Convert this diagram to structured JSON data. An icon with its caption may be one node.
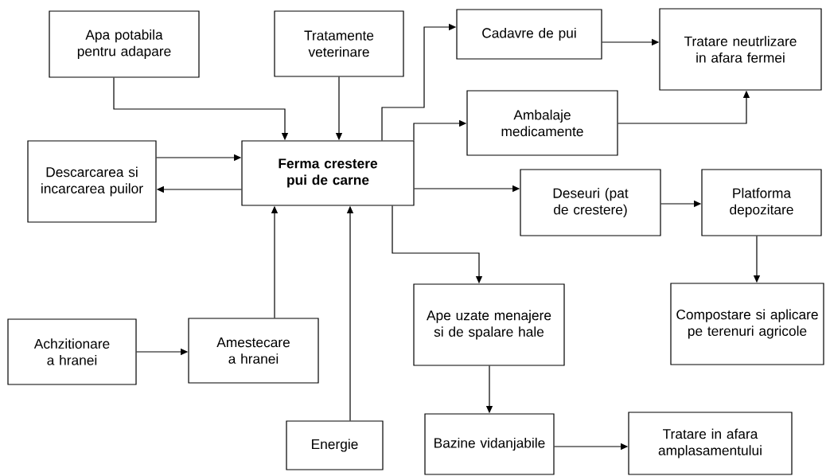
{
  "diagram": {
    "nodes": [
      {
        "text": [
          "Apa potabila pentru adapare"
        ]
      },
      {
        "text": [
          "Tratamente veterinare"
        ]
      },
      {
        "text": [
          "Cadavre de pui"
        ]
      },
      {
        "text": [
          "Tratare neutrlizare in afara fermei"
        ]
      },
      {
        "text": [
          "Descarcarea si incarcarea puilor"
        ]
      },
      {
        "text": [
          "Ferma crestere pui de carne"
        ]
      },
      {
        "text": [
          "Ambalaje medicamente"
        ]
      },
      {
        "text": [
          "Deseuri (pat de crestere)"
        ]
      },
      {
        "text": [
          "Platforma depozitare"
        ]
      },
      {
        "text": [
          "Ape uzate menajere si de spalare hale"
        ]
      },
      {
        "text": [
          "Compostare si aplicare pe terenuri agricole"
        ]
      },
      {
        "text": [
          "Achzitionare a hranei"
        ]
      },
      {
        "text": [
          "Amestecare a hranei"
        ]
      },
      {
        "text": [
          "Energie"
        ]
      },
      {
        "text": [
          "Bazine vidanjabile"
        ]
      },
      {
        "text": [
          "Tratare in afara amplasamentului"
        ]
      }
    ],
    "edges": [
      {
        "from": 0,
        "to": 5,
        "arrow": "to"
      },
      {
        "from": 1,
        "to": 5,
        "arrow": "to"
      },
      {
        "from": 5,
        "to": 2,
        "arrow": "to"
      },
      {
        "from": 5,
        "to": 6,
        "arrow": "to"
      },
      {
        "from": 2,
        "to": 3,
        "arrow": "to"
      },
      {
        "from": 6,
        "to": 3,
        "arrow": "to"
      },
      {
        "from": 4,
        "to": 5,
        "arrow": "to"
      },
      {
        "from": 5,
        "to": 4,
        "arrow": "to"
      },
      {
        "from": 5,
        "to": 7,
        "arrow": "to"
      },
      {
        "from": 7,
        "to": 8,
        "arrow": "to"
      },
      {
        "from": 8,
        "to": 10,
        "arrow": "to"
      },
      {
        "from": 5,
        "to": 9,
        "arrow": "to"
      },
      {
        "from": 9,
        "to": 14,
        "arrow": "to"
      },
      {
        "from": 14,
        "to": 15,
        "arrow": "to"
      },
      {
        "from": 11,
        "to": 12,
        "arrow": "to"
      },
      {
        "from": 12,
        "to": 5,
        "arrow": "to"
      },
      {
        "from": 13,
        "to": 5,
        "arrow": "to"
      }
    ]
  }
}
